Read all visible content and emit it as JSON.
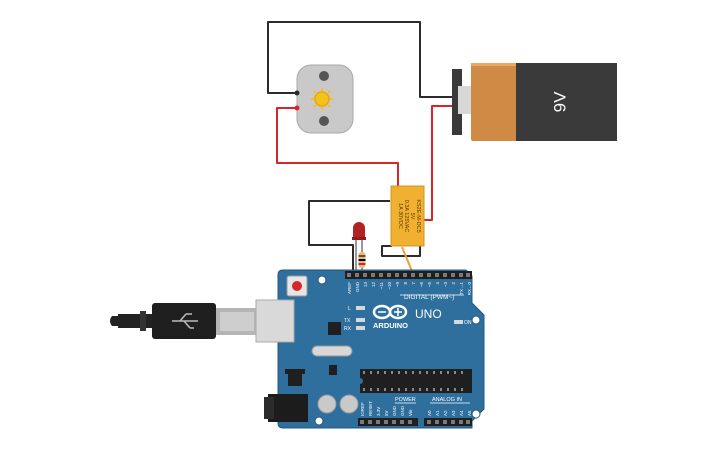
{
  "battery": {
    "label": "9V"
  },
  "relay": {
    "lines": [
      "KS2E-M-DC5",
      "5V",
      "0.3A 125VAC",
      "1A 30VDC"
    ]
  },
  "arduino": {
    "brand": "ARDUINO",
    "model": "UNO",
    "digital_header": "DIGITAL (PWM~)",
    "power_header": "POWER",
    "analog_header": "ANALOG IN",
    "on_label": "ON",
    "tx_label": "TX",
    "rx_label": "RX",
    "l_label": "L",
    "top_pins": [
      "AREF",
      "GND",
      "13",
      "12",
      "~11",
      "~10",
      "~9",
      "8",
      "7",
      "~6",
      "~5",
      "4",
      "~3",
      "2",
      "TX→1",
      "RX←0"
    ],
    "power_pins": [
      "IOREF",
      "RESET",
      "3.3V",
      "5V",
      "GND",
      "GND",
      "Vin"
    ],
    "analog_pins": [
      "A0",
      "A1",
      "A2",
      "A3",
      "A4",
      "A5"
    ]
  },
  "colors": {
    "board": "#2e6f9e",
    "battery_body": "#cf8a45",
    "battery_cap": "#3a3a3a",
    "relay": "#f0b030",
    "wire_red": "#d9242a",
    "wire_black": "#2b2b2b",
    "motor": "#c9c9c9",
    "led": "#b22222"
  }
}
